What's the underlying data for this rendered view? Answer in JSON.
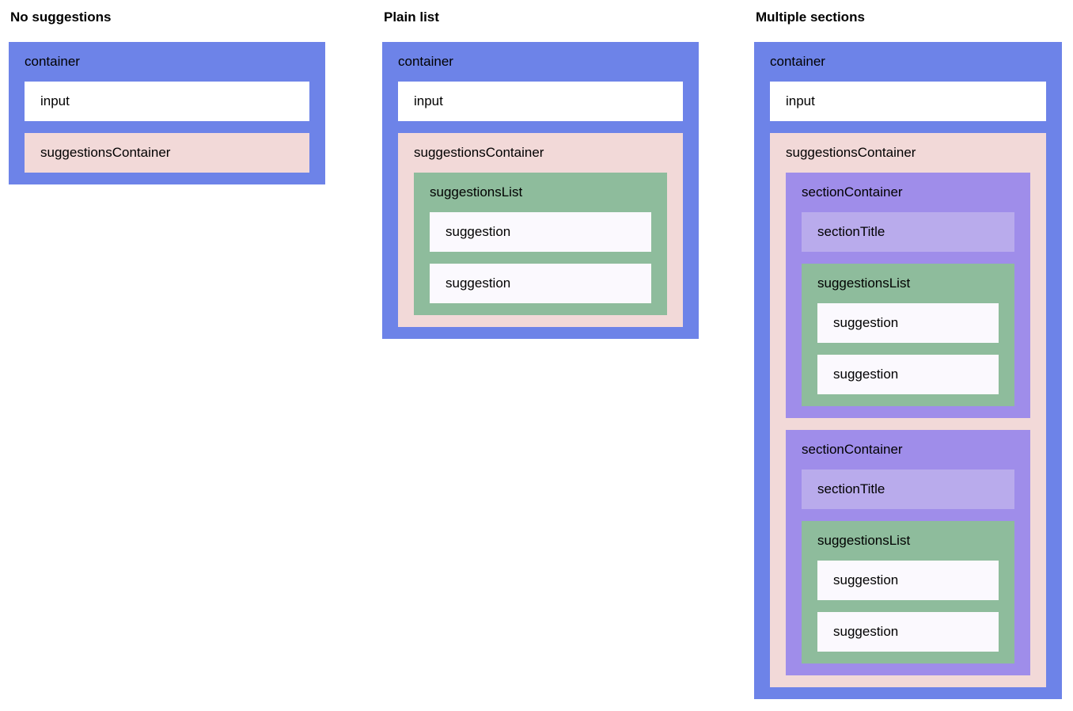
{
  "palette": {
    "page_background": "#ffffff",
    "container": "#6d83e8",
    "input": "#ffffff",
    "suggestionsContainer": "#f2d9d8",
    "suggestionsList": "#8ebc9c",
    "suggestion": "#fbf9fe",
    "sectionContainer": "#9f8dea",
    "sectionTitle": "#b9abec",
    "text": "#000000"
  },
  "columns": [
    {
      "heading": "No suggestions",
      "container": {
        "label": "container",
        "input": {
          "label": "input"
        },
        "suggestionsContainer": {
          "label": "suggestionsContainer"
        }
      }
    },
    {
      "heading": "Plain list",
      "container": {
        "label": "container",
        "input": {
          "label": "input"
        },
        "suggestionsContainer": {
          "label": "suggestionsContainer",
          "suggestionsList": {
            "label": "suggestionsList",
            "suggestions": [
              {
                "label": "suggestion"
              },
              {
                "label": "suggestion"
              }
            ]
          }
        }
      }
    },
    {
      "heading": "Multiple sections",
      "container": {
        "label": "container",
        "input": {
          "label": "input"
        },
        "suggestionsContainer": {
          "label": "suggestionsContainer",
          "sections": [
            {
              "label": "sectionContainer",
              "sectionTitle": {
                "label": "sectionTitle"
              },
              "suggestionsList": {
                "label": "suggestionsList",
                "suggestions": [
                  {
                    "label": "suggestion"
                  },
                  {
                    "label": "suggestion"
                  }
                ]
              }
            },
            {
              "label": "sectionContainer",
              "sectionTitle": {
                "label": "sectionTitle"
              },
              "suggestionsList": {
                "label": "suggestionsList",
                "suggestions": [
                  {
                    "label": "suggestion"
                  },
                  {
                    "label": "suggestion"
                  }
                ]
              }
            }
          ]
        }
      }
    }
  ]
}
